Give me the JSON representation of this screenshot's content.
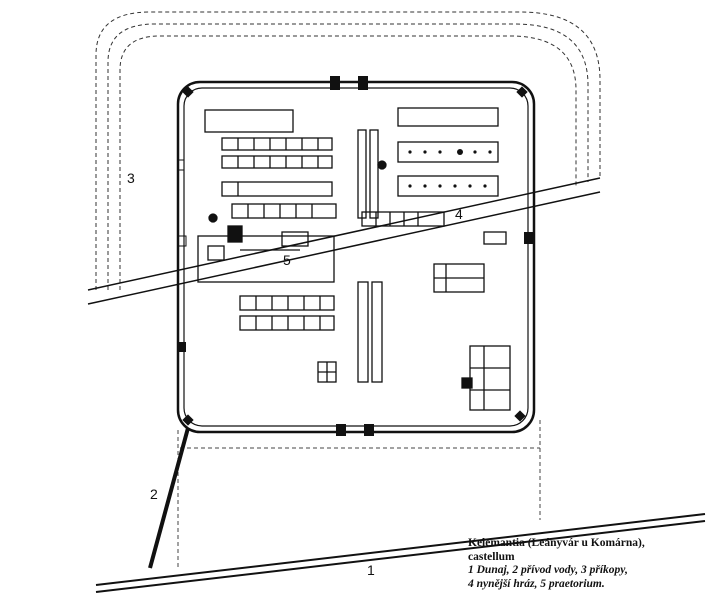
{
  "figure": {
    "caption_title": "Kelemantia (Leányvár u Komárna),",
    "caption_sub": "castellum",
    "legend_line1": "1 Dunaj, 2 přívod vody, 3 příkopy,",
    "legend_line2": "4 nynější hráz, 5 praetorium."
  },
  "labels": {
    "danube": "1",
    "aqueduct": "2",
    "ditches": "3",
    "dyke": "4",
    "praetorium": "5"
  }
}
